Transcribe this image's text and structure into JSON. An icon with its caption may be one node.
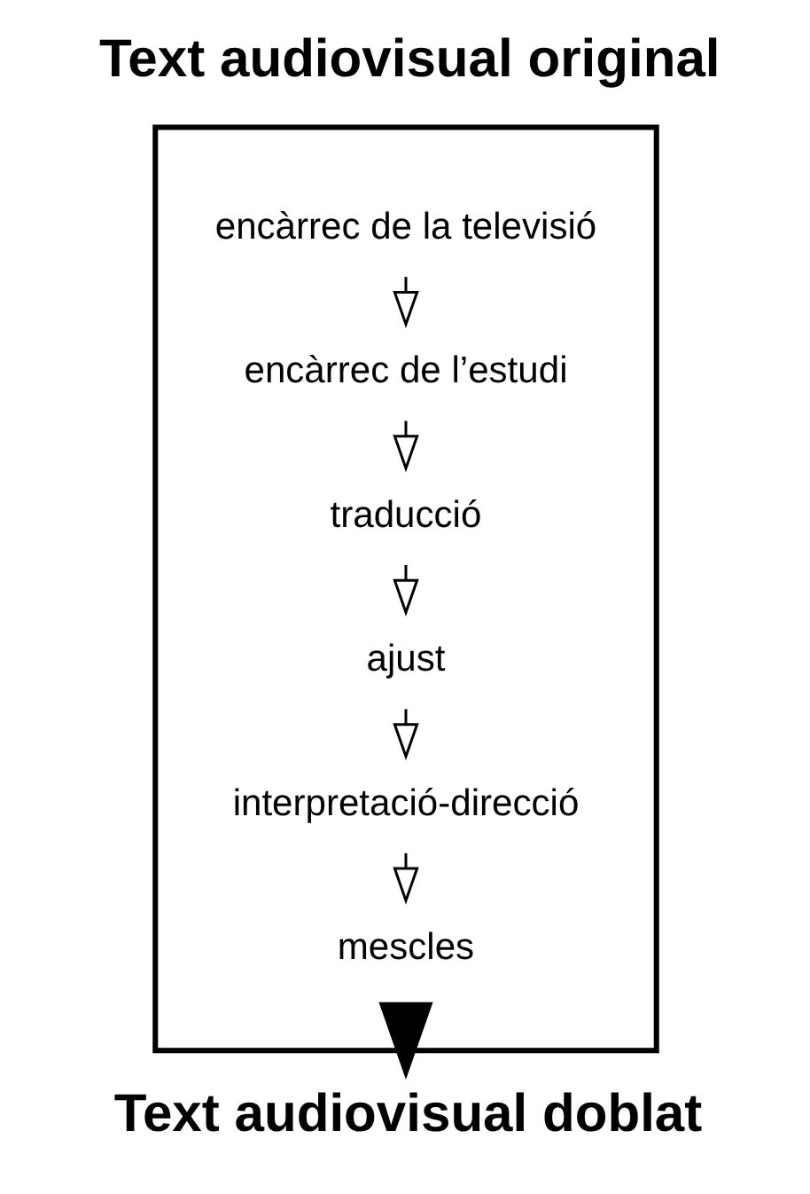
{
  "diagram": {
    "title": "Text audiovisual original",
    "caption": "Text audiovisual doblat",
    "nodes": [
      {
        "text": [],
        "shape": "arrow"
      },
      {
        "text": [
          "encàrrec de la televisió"
        ],
        "in": 0
      },
      {
        "text": [
          "encàrrec de l’estudi"
        ],
        "in": 0
      },
      {
        "text": [
          "traducció"
        ],
        "in": 0
      },
      {
        "text": [
          "ajust"
        ],
        "in": 0
      },
      {
        "text": [
          "interpretació-direcció"
        ],
        "in": 0
      },
      {
        "text": [
          "mescles"
        ],
        "in": 0
      }
    ],
    "edges": [
      {
        "from": 1,
        "to": 2,
        "arrow": "to"
      },
      {
        "from": 2,
        "to": 3,
        "arrow": "to"
      },
      {
        "from": 3,
        "to": 4,
        "arrow": "to"
      },
      {
        "from": 4,
        "to": 5,
        "arrow": "to"
      },
      {
        "from": 5,
        "to": 6,
        "arrow": "to"
      }
    ]
  }
}
